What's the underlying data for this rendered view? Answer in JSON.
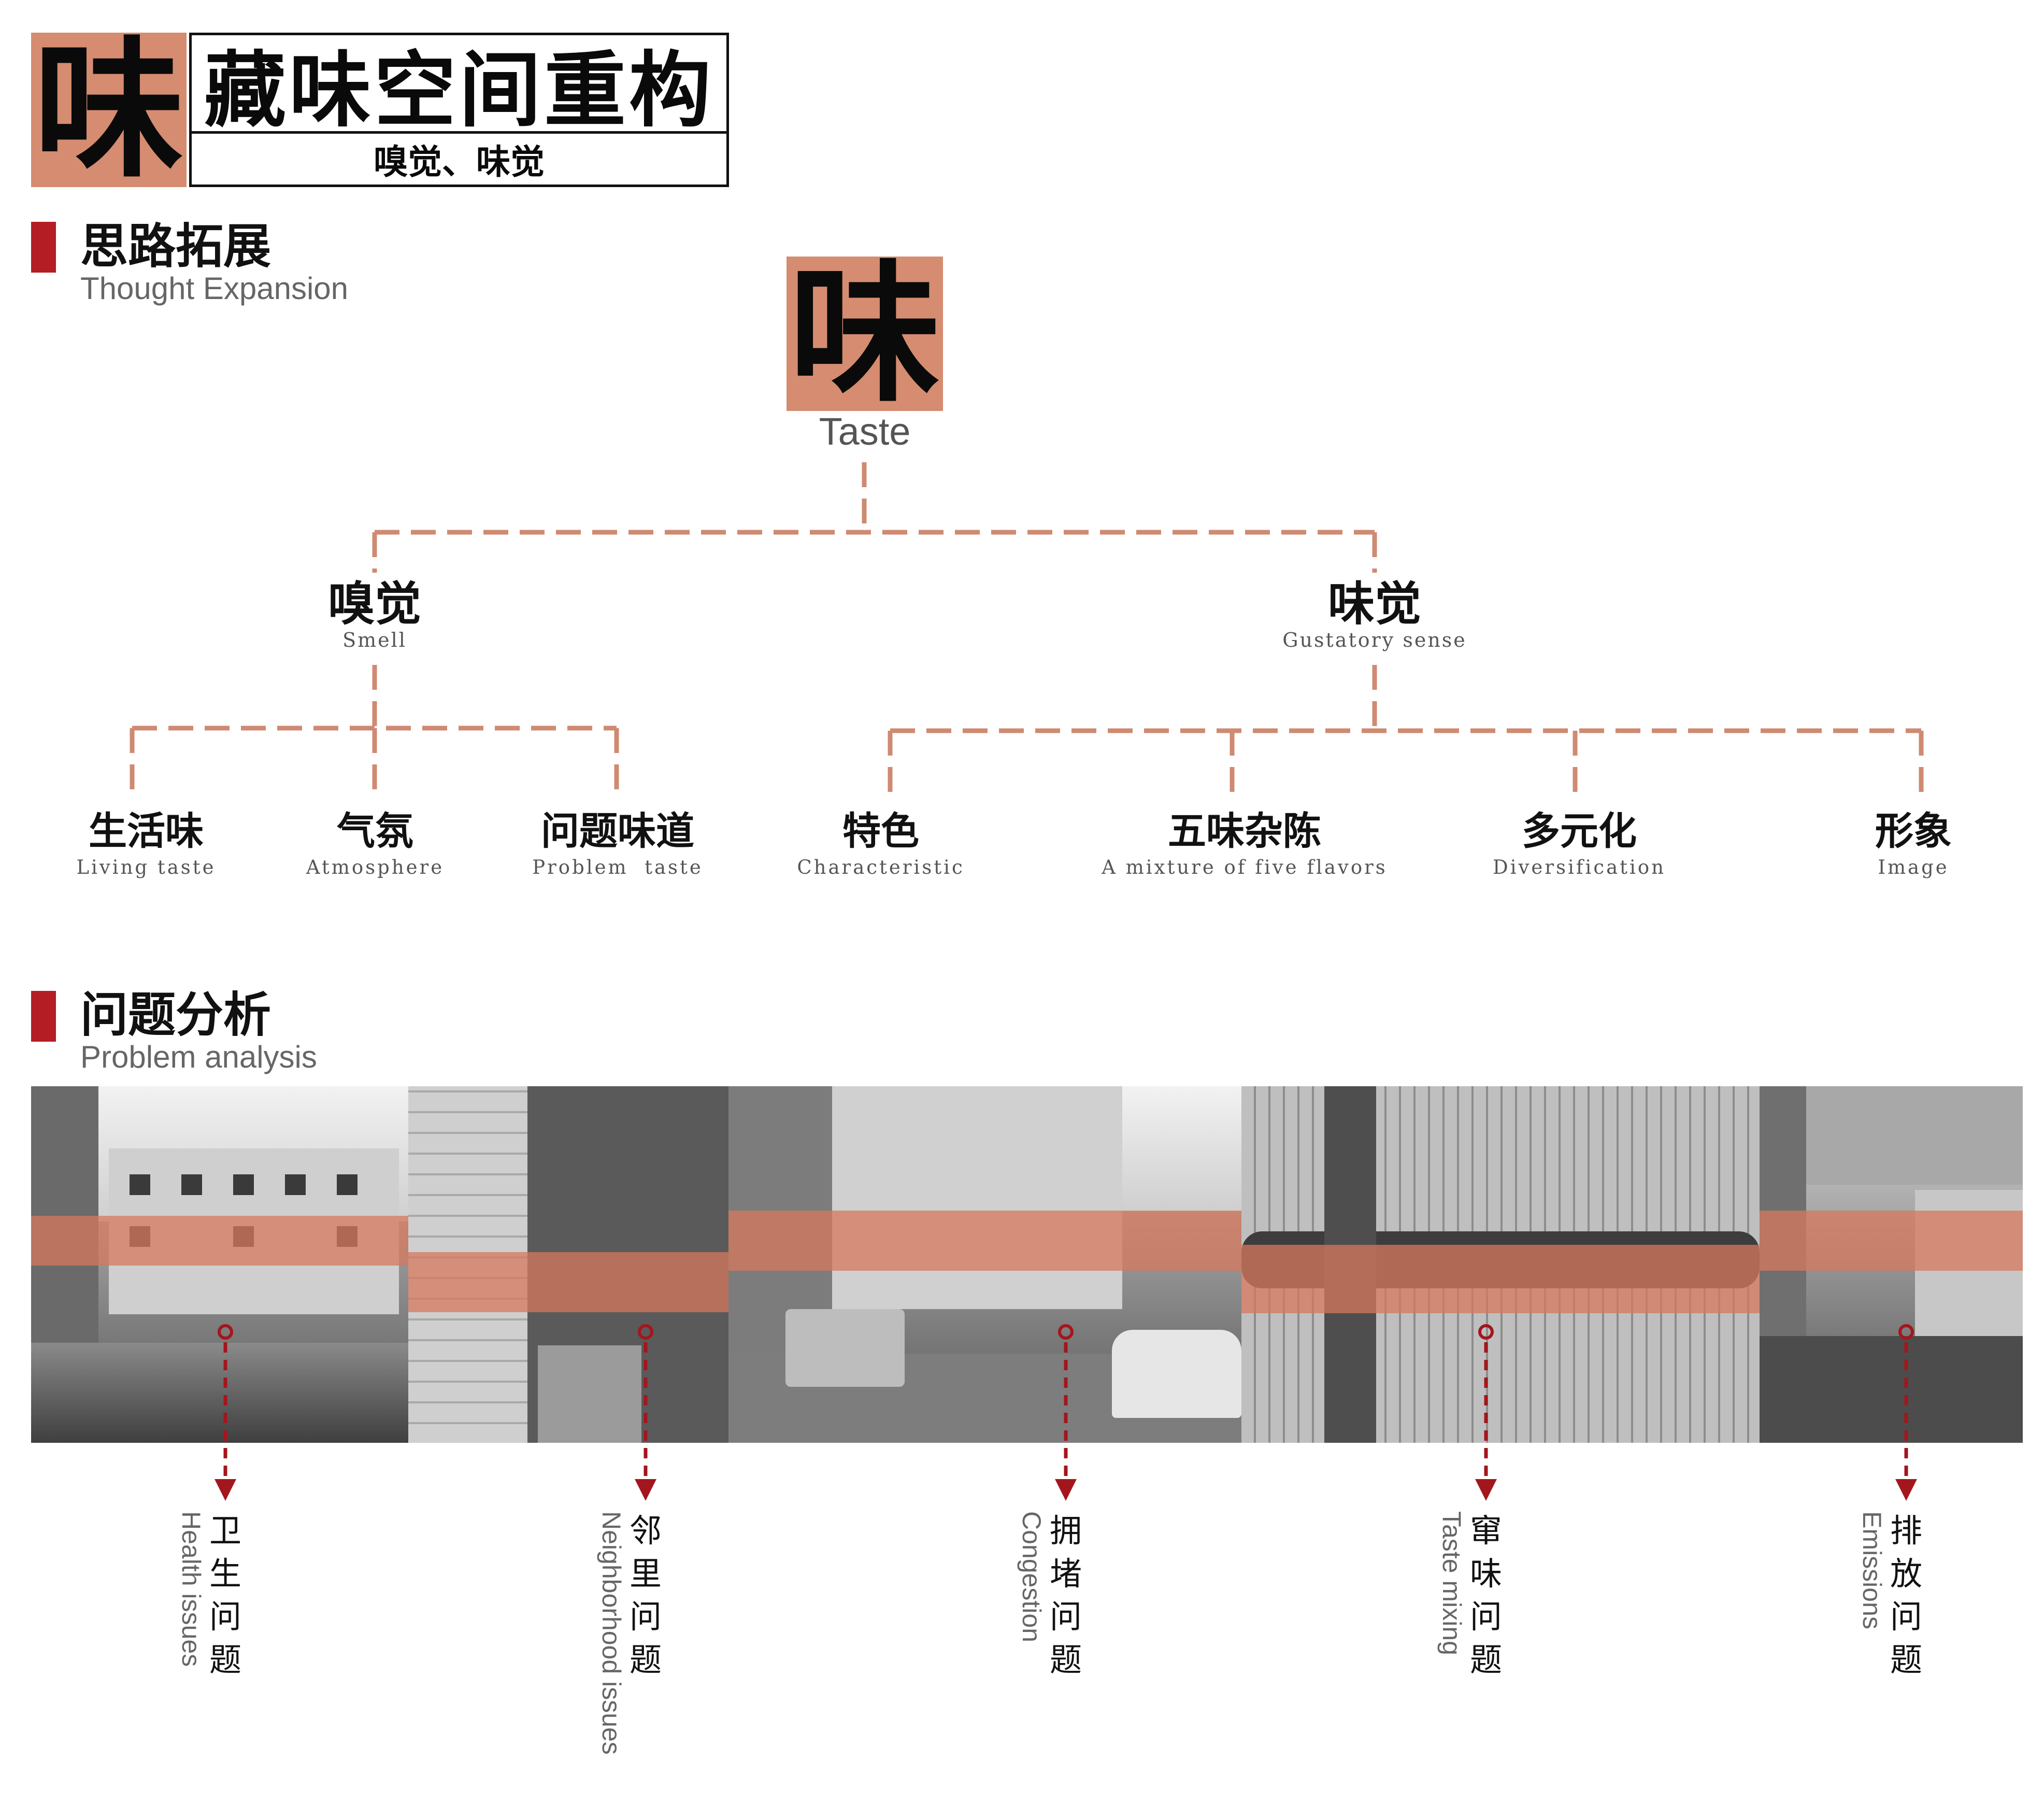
{
  "header": {
    "big_char": "味",
    "title": "藏味空间重构",
    "subtitle": "嗅觉、味觉"
  },
  "sections": {
    "thought": {
      "cn": "思路拓展",
      "en": "Thought Expansion"
    },
    "problem": {
      "cn": "问题分析",
      "en": "Problem analysis"
    }
  },
  "tree": {
    "root": {
      "cn": "味",
      "en": "Taste"
    },
    "branches": [
      {
        "cn": "嗅觉",
        "en": "Smell",
        "children": [
          {
            "cn": "生活味",
            "en": "Living taste"
          },
          {
            "cn": "气氛",
            "en": "Atmosphere"
          },
          {
            "cn": "问题味道",
            "en": "Problem  taste"
          }
        ]
      },
      {
        "cn": "味觉",
        "en": "Gustatory sense",
        "children": [
          {
            "cn": "特色",
            "en": "Characteristic"
          },
          {
            "cn": "五味杂陈",
            "en": "A mixture of five flavors"
          },
          {
            "cn": "多元化",
            "en": "Diversification"
          },
          {
            "cn": "形象",
            "en": "Image"
          }
        ]
      }
    ]
  },
  "issues": [
    {
      "cn": [
        "卫",
        "生",
        "问",
        "题"
      ],
      "en": "Health issues"
    },
    {
      "cn": [
        "邻",
        "里",
        "问",
        "题"
      ],
      "en": "Neighborhood issues"
    },
    {
      "cn": [
        "拥",
        "堵",
        "问",
        "题"
      ],
      "en": "Congestion"
    },
    {
      "cn": [
        "窜",
        "味",
        "问",
        "题"
      ],
      "en": "Taste mixing"
    },
    {
      "cn": [
        "排",
        "放",
        "问",
        "题"
      ],
      "en": "Emissions"
    }
  ],
  "colors": {
    "accent": "#d58c70",
    "section_bar": "#b51d24",
    "marker": "#a3161d",
    "band": "#d5785c"
  }
}
